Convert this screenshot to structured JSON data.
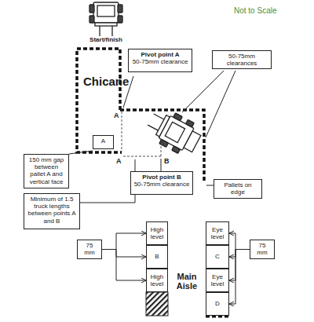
{
  "diagram": {
    "nodes": [
      {
        "text": [
          "Pivot point A",
          "50-75mm clearance"
        ]
      },
      {
        "text": [
          "50-75mm clearances"
        ]
      },
      {
        "text": [
          "A"
        ]
      },
      {
        "text": [
          "150 mm gap between pallet A and vertical face"
        ]
      },
      {
        "text": [
          "Pivot point B",
          "50-75mm clearance"
        ]
      },
      {
        "text": [
          "Pallets on edge"
        ]
      },
      {
        "text": [
          "Minimum of 1.5 truck lengths between points A and B"
        ]
      },
      {
        "text": [
          "75 mm"
        ]
      },
      {
        "text": [
          "High level"
        ]
      },
      {
        "text": [
          "Eye level"
        ]
      },
      {
        "text": [
          "75 mm"
        ]
      },
      {
        "text": [
          "B"
        ]
      },
      {
        "text": [
          "C"
        ]
      },
      {
        "text": [
          "High level"
        ]
      },
      {
        "text": [
          "Eye level"
        ]
      },
      {
        "text": [
          "D"
        ]
      }
    ],
    "edges": [
      {
        "from": 7,
        "to": 8,
        "arrow": "to"
      },
      {
        "from": 7,
        "to": 11,
        "arrow": "to"
      },
      {
        "from": 7,
        "to": 13,
        "arrow": "to"
      },
      {
        "from": 10,
        "to": 9,
        "arrow": "to"
      },
      {
        "from": 10,
        "to": 12,
        "arrow": "to"
      },
      {
        "from": 10,
        "to": 14,
        "arrow": "to"
      },
      {
        "from": 10,
        "to": 15,
        "arrow": "to"
      }
    ],
    "labels": [
      "Not to Scale",
      "Start/finish",
      "Chicane",
      "A",
      "A",
      "B",
      "Main Aisle"
    ]
  }
}
